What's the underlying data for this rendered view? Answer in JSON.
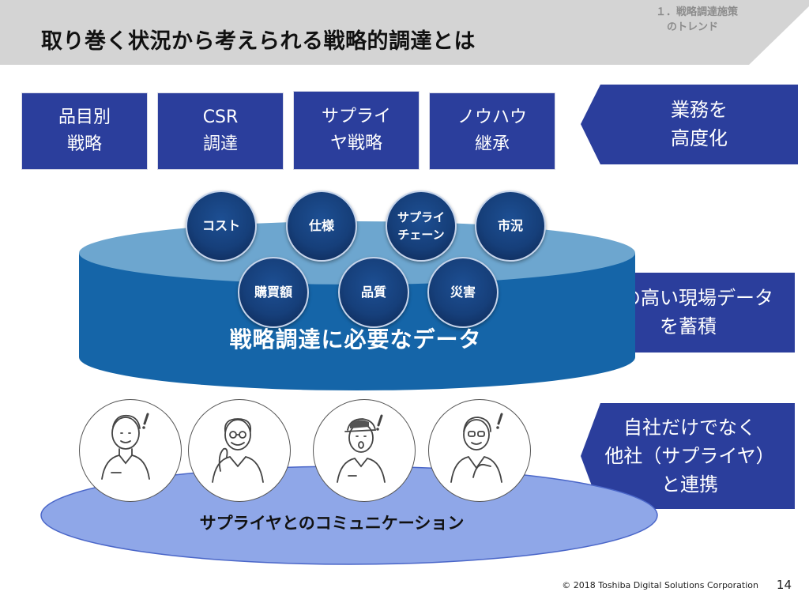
{
  "slide": {
    "title": "取り巻く状況から考えられる戦略的調達とは",
    "section_line1": "１．戦略調達施策",
    "section_line2": "のトレンド"
  },
  "top_boxes": [
    {
      "line1": "品目別",
      "line2": "戦略"
    },
    {
      "line1": "CSR",
      "line2": "調達"
    },
    {
      "line1": "サプライ",
      "line2": "ヤ戦略"
    },
    {
      "line1": "ノウハウ",
      "line2": "継承"
    }
  ],
  "right_arrows": [
    {
      "line1": "業務を",
      "line2": "高度化",
      "line3": ""
    },
    {
      "line1": "質の高い現場データ",
      "line2": "を蓄積",
      "line3": ""
    },
    {
      "line1": "自社だけでなく",
      "line2": "他社（サプライヤ）",
      "line3": "と連携"
    }
  ],
  "data_bubbles": [
    {
      "line1": "コスト",
      "line2": ""
    },
    {
      "line1": "仕様",
      "line2": ""
    },
    {
      "line1": "サプライ",
      "line2": "チェーン"
    },
    {
      "line1": "市況",
      "line2": ""
    },
    {
      "line1": "購買額",
      "line2": ""
    },
    {
      "line1": "品質",
      "line2": ""
    },
    {
      "line1": "災害",
      "line2": ""
    }
  ],
  "cylinder_label": "戦略調達に必要なデータ",
  "communication_label": "サプライヤとのコミュニケーション",
  "people_icons": [
    "person-icon",
    "elderly-person-icon",
    "worker-cap-icon",
    "person-glasses-icon"
  ],
  "colors": {
    "header_band": "#d4d4d4",
    "box_blue": "#2b3e9c",
    "cylinder_top": "#6da6cf",
    "cylinder_body": "#1565a8",
    "ellipse_light": "#8fa7e8",
    "bubble": "#163f7a"
  },
  "footer": {
    "copyright": "© 2018 Toshiba Digital Solutions Corporation",
    "page": "14"
  }
}
